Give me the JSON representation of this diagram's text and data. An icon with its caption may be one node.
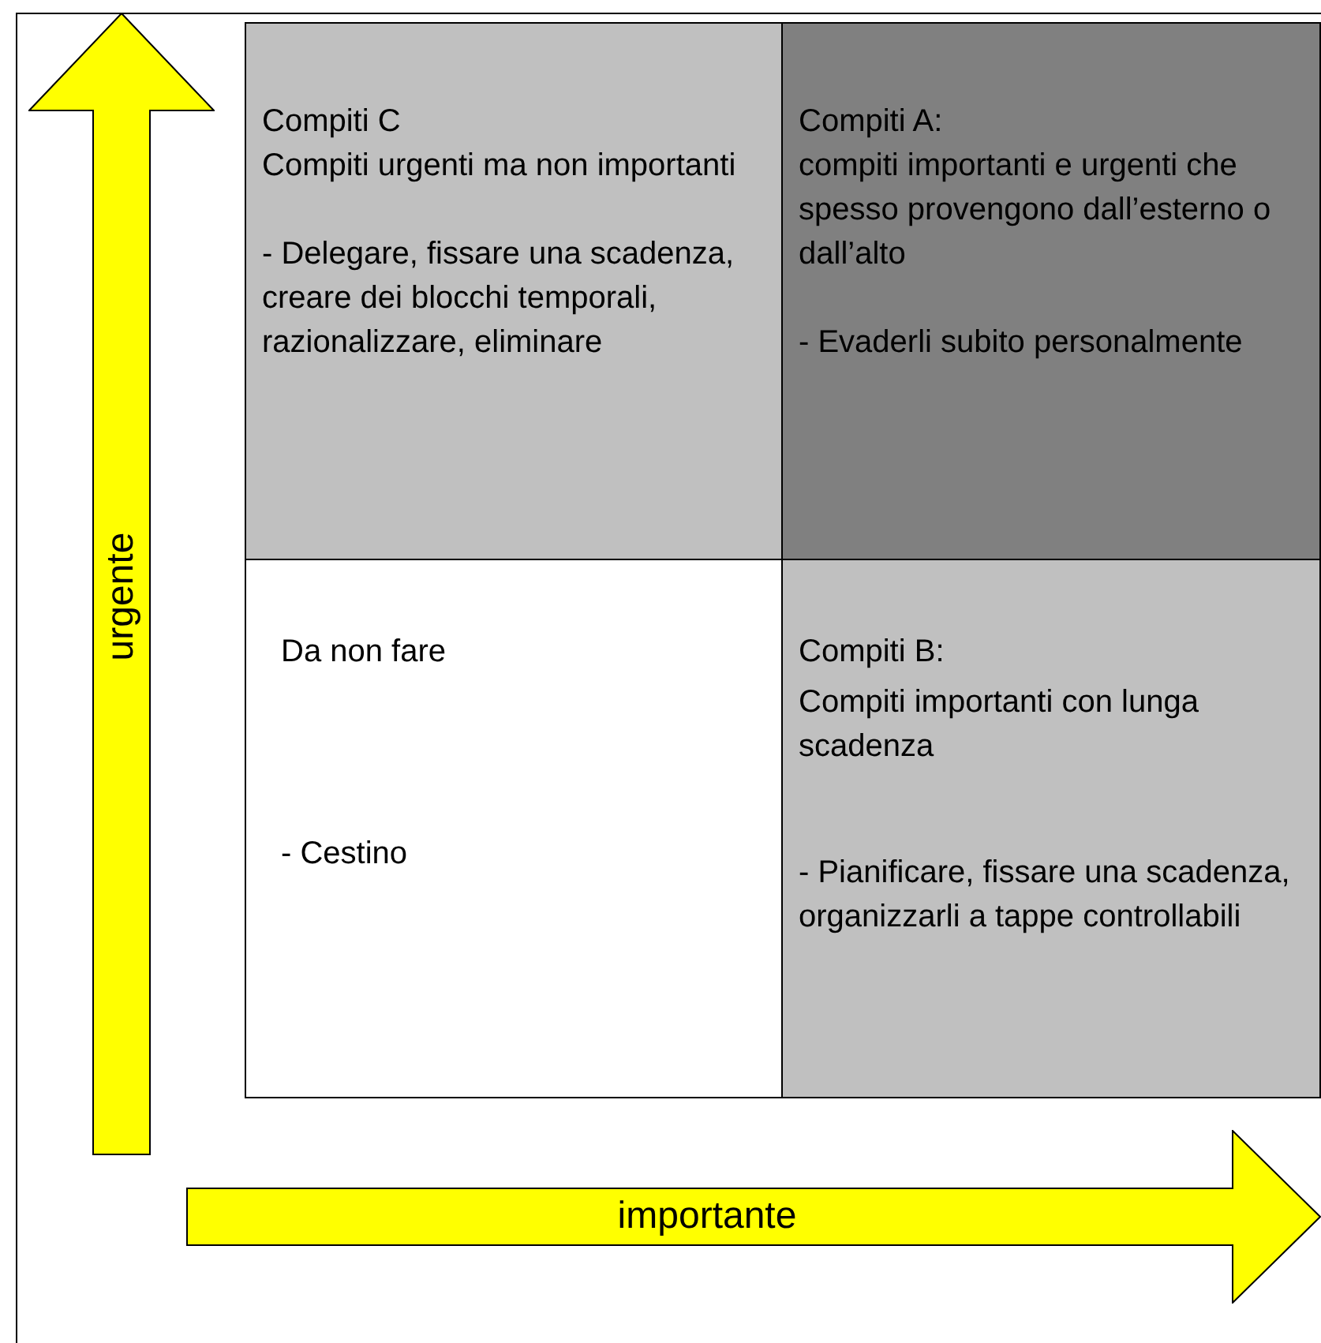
{
  "diagram": {
    "nodes": [
      {
        "text": [
          "urgente"
        ]
      },
      {
        "text": [
          "Compiti C",
          "Compiti urgenti ma non importanti",
          "- Delegare, fissare una scadenza, creare dei blocchi temporali, razionalizzare, eliminare"
        ]
      },
      {
        "text": [
          "Compiti A:",
          "compiti importanti e urgenti che spesso provengono dall’esterno o dall’alto",
          "- Evaderli subito personalmente"
        ]
      },
      {
        "text": [
          "Da non fare",
          "- Cestino"
        ]
      },
      {
        "text": [
          "Compiti B:",
          "Compiti importanti con lunga scadenza",
          "- Pianificare, fissare una scadenza, organizzarli a tappe controllabili"
        ]
      },
      {
        "text": [
          "importante"
        ]
      }
    ],
    "edges": []
  }
}
